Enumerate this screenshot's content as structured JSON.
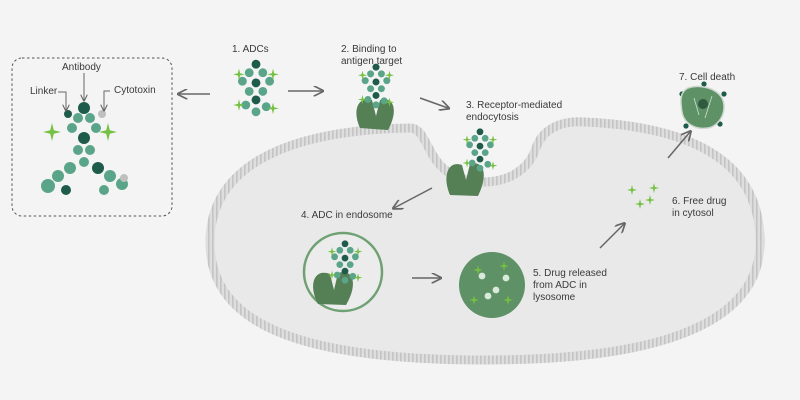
{
  "diagram": {
    "inset": {
      "antibody_label": "Antibody",
      "linker_label": "Linker",
      "cytotoxin_label": "Cytotoxin"
    },
    "steps": [
      {
        "lines": [
          "1. ADCs"
        ]
      },
      {
        "lines": [
          "2. Binding to",
          "antigen target"
        ]
      },
      {
        "lines": [
          "3. Receptor-mediated",
          "endocytosis"
        ]
      },
      {
        "lines": [
          "4. ADC in endosome"
        ]
      },
      {
        "lines": [
          "5. Drug released",
          "from ADC in",
          "lysosome"
        ]
      },
      {
        "lines": [
          "6. Free drug",
          "in cytosol"
        ]
      },
      {
        "lines": [
          "7. Cell death"
        ]
      }
    ],
    "colors": {
      "background": "#f4f4f4",
      "adc_teal": "#5aa58a",
      "adc_dark": "#1f5b4a",
      "drug_green": "#76c043",
      "cell_fill": "#e9e9e9",
      "membrane": "#cfcfcf",
      "receptor": "#557f55",
      "lysosome": "#5e9166",
      "arrow": "#666666"
    }
  }
}
